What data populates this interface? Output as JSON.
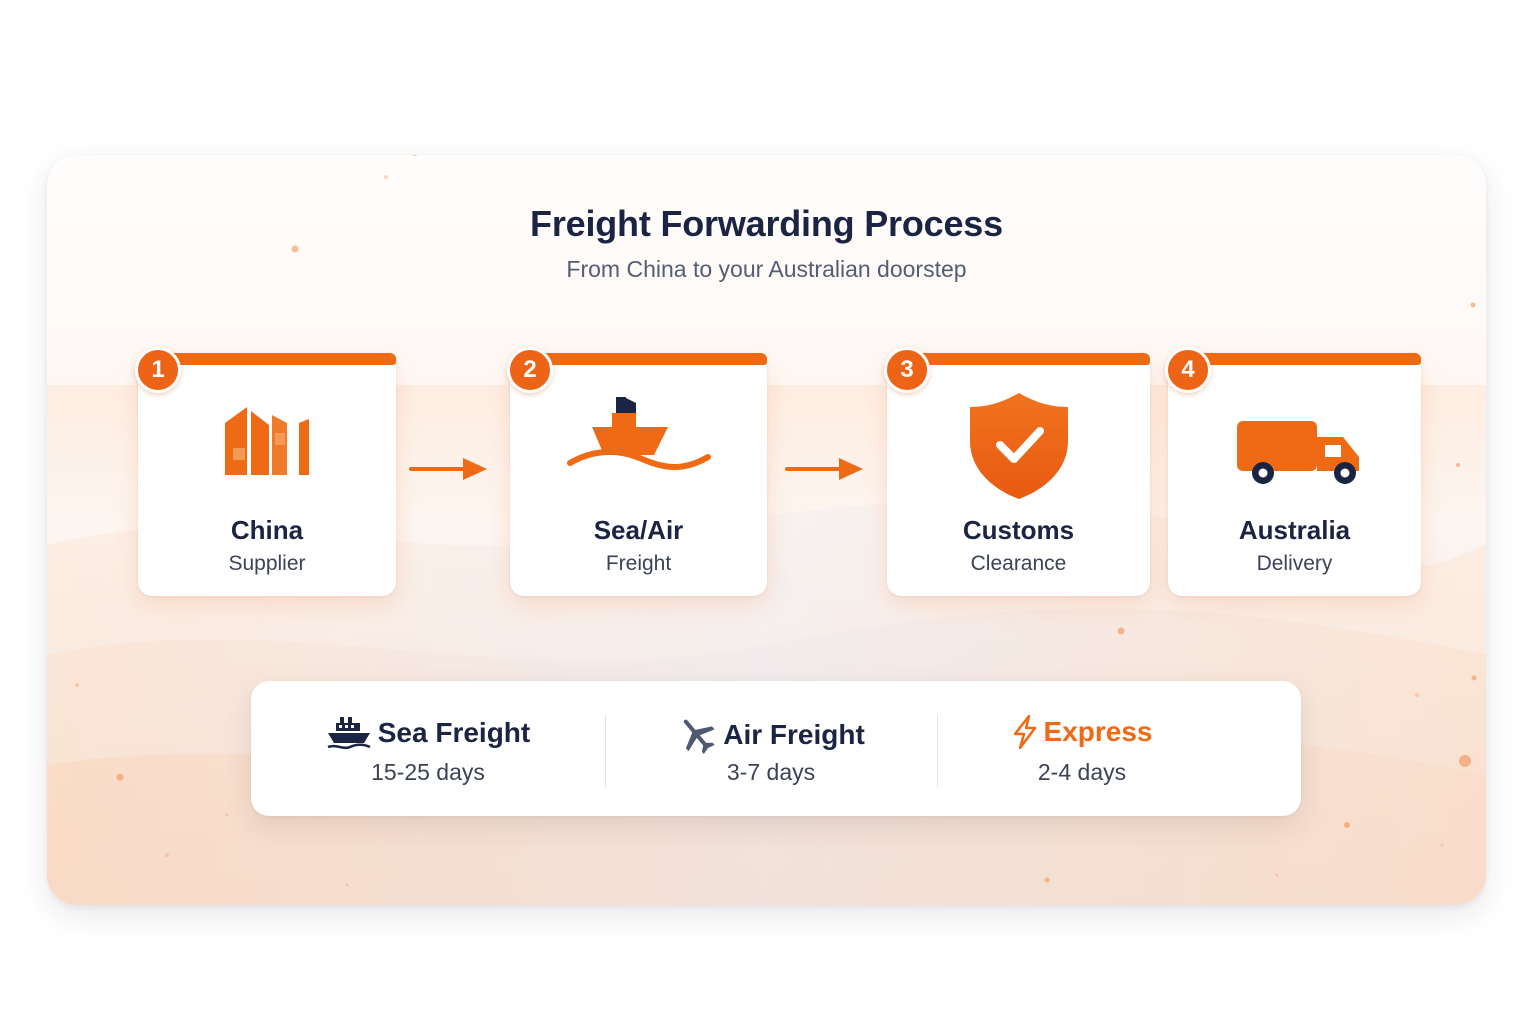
{
  "header": {
    "title": "Freight Forwarding Process",
    "subtitle": "From China to your Australian doorstep"
  },
  "steps": [
    {
      "number": "1",
      "title": "China",
      "subtitle": "Supplier",
      "icon": "factory-icon"
    },
    {
      "number": "2",
      "title": "Sea/Air",
      "subtitle": "Freight",
      "icon": "ship-icon"
    },
    {
      "number": "3",
      "title": "Customs",
      "subtitle": "Clearance",
      "icon": "shield-check-icon"
    },
    {
      "number": "4",
      "title": "Australia",
      "subtitle": "Delivery",
      "icon": "truck-icon"
    }
  ],
  "shipping_options": [
    {
      "label": "Sea Freight",
      "duration": "15-25 days",
      "icon": "ship-icon"
    },
    {
      "label": "Air Freight",
      "duration": "3-7 days",
      "icon": "airplane-icon"
    },
    {
      "label": "Express",
      "duration": "2-4 days",
      "icon": "lightning-icon"
    }
  ],
  "colors": {
    "accent": "#ef6a14",
    "heading": "#1b2442",
    "text": "#3c4357"
  }
}
